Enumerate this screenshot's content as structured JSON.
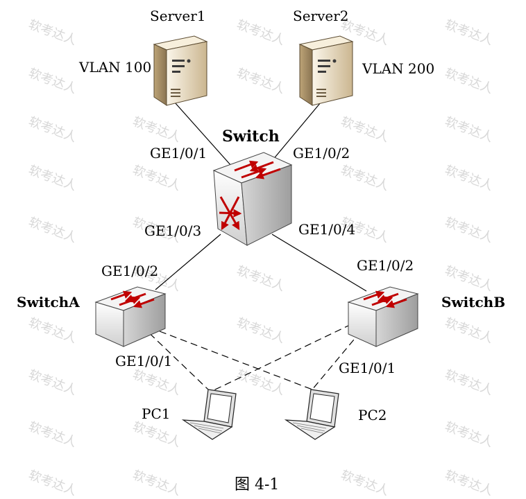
{
  "diagram": {
    "caption": "图 4-1",
    "watermark": "软考达人",
    "nodes": {
      "server1": {
        "label": "Server1",
        "vlan": "VLAN 100"
      },
      "server2": {
        "label": "Server2",
        "vlan": "VLAN 200"
      },
      "core": {
        "label": "Switch"
      },
      "switch_a": {
        "label": "SwitchA"
      },
      "switch_b": {
        "label": "SwitchB"
      },
      "pc1": {
        "label": "PC1"
      },
      "pc2": {
        "label": "PC2"
      }
    },
    "ports": {
      "core_p1": "GE1/0/1",
      "core_p2": "GE1/0/2",
      "core_p3": "GE1/0/3",
      "core_p4": "GE1/0/4",
      "a_up": "GE1/0/2",
      "a_down": "GE1/0/1",
      "b_up": "GE1/0/2",
      "b_down": "GE1/0/1"
    },
    "colors": {
      "arrow": "#c00000",
      "server_body": "#e9dcc0",
      "switch_body": "#f2f2f2"
    }
  }
}
